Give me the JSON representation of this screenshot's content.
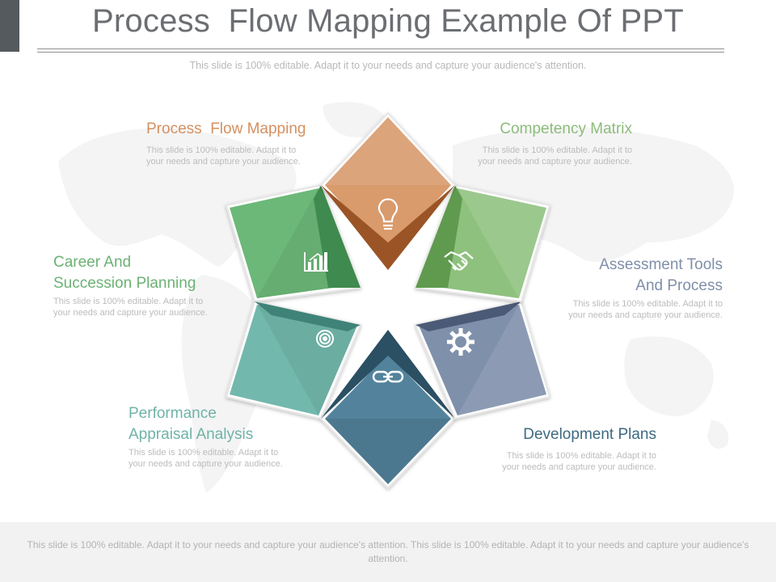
{
  "title": "Process  Flow Mapping Example Of PPT",
  "subtitle": "This slide is 100% editable. Adapt it to your needs and capture your audience's attention.",
  "footer": "This slide is 100% editable. Adapt it to your needs and capture your audience's attention. This slide is 100% editable. Adapt it to your needs and capture your audience's attention.",
  "colors": {
    "orange": "#d99a6c",
    "orange_dark": "#9a5426",
    "green": "#8ec17e",
    "green_dark": "#5f9a4e",
    "green_med": "#6cb878",
    "green_med_dark": "#3f8a4e",
    "teal": "#73b8ad",
    "teal_dark": "#3f8378",
    "blue": "#53839c",
    "blue_dark": "#2b4f63",
    "slate": "#7f90ab",
    "slate_dark": "#4b5a76",
    "title_gray": "#6b6e72",
    "caption_gray": "#bcbcbc"
  },
  "sections": [
    {
      "id": "process-flow-mapping",
      "title": "Process  Flow Mapping",
      "body": "This slide is 100% editable. Adapt it to your needs and capture your audience.",
      "color": "#d4905f",
      "icon": "lightbulb-icon"
    },
    {
      "id": "competency-matrix",
      "title": "Competency Matrix",
      "body": "This slide is 100% editable. Adapt it to your needs and capture your audience.",
      "color": "#8cbc7a",
      "icon": "handshake-icon"
    },
    {
      "id": "assessment-tools",
      "title": "Assessment Tools\nAnd Process",
      "body": "This slide is 100% editable. Adapt it to your needs and capture your audience.",
      "color": "#7f8faa",
      "icon": "gear-icon"
    },
    {
      "id": "development-plans",
      "title": "Development Plans",
      "body": "This slide is 100% editable. Adapt it to your needs and capture your audience.",
      "color": "#3e6a80",
      "icon": "link-icon"
    },
    {
      "id": "performance-appraisal",
      "title": "Performance\nAppraisal Analysis",
      "body": "This slide is 100% editable. Adapt it to your needs and capture your audience.",
      "color": "#6fb3a7",
      "icon": "target-icon"
    },
    {
      "id": "career-succession",
      "title": "Career And\nSuccession Planning",
      "body": "This slide is 100% editable. Adapt it to your needs and capture your audience.",
      "color": "#6cb274",
      "icon": "bar-chart-icon"
    }
  ]
}
